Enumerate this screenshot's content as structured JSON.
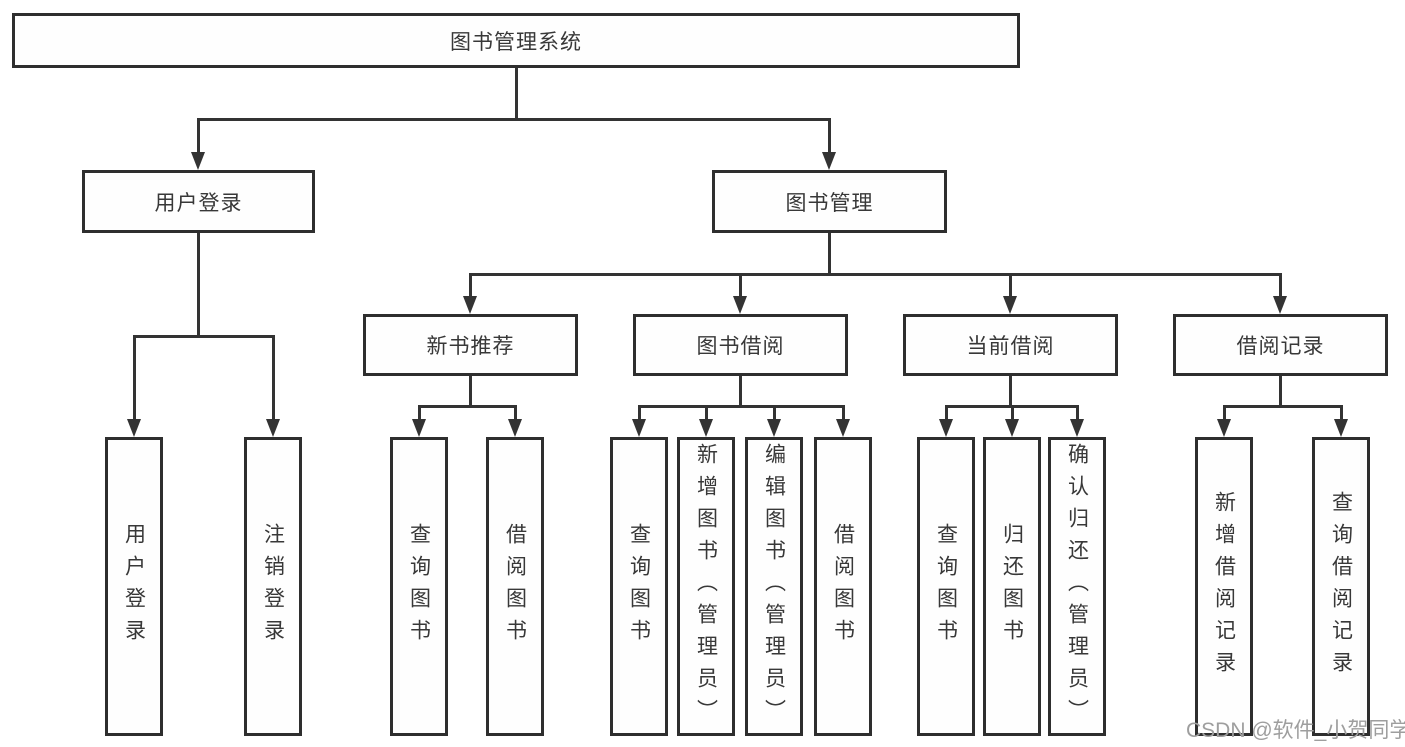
{
  "diagram": {
    "title_node": {
      "label": "图书管理系统"
    },
    "level2": [
      {
        "label": "用户登录"
      },
      {
        "label": "图书管理"
      }
    ],
    "level3": [
      {
        "label": "新书推荐",
        "parent": "图书管理"
      },
      {
        "label": "图书借阅",
        "parent": "图书管理"
      },
      {
        "label": "当前借阅",
        "parent": "图书管理"
      },
      {
        "label": "借阅记录",
        "parent": "图书管理"
      }
    ],
    "level4": [
      {
        "label": "用户登录",
        "parent": "用户登录"
      },
      {
        "label": "注销登录",
        "parent": "用户登录"
      },
      {
        "label": "查询图书",
        "parent": "新书推荐"
      },
      {
        "label": "借阅图书",
        "parent": "新书推荐"
      },
      {
        "label": "查询图书",
        "parent": "图书借阅"
      },
      {
        "label": "新增图书（管理员）",
        "parent": "图书借阅"
      },
      {
        "label": "编辑图书（管理员）",
        "parent": "图书借阅"
      },
      {
        "label": "借阅图书",
        "parent": "图书借阅"
      },
      {
        "label": "查询图书",
        "parent": "当前借阅"
      },
      {
        "label": "归还图书",
        "parent": "当前借阅"
      },
      {
        "label": "确认归还（管理员）",
        "parent": "当前借阅"
      },
      {
        "label": "新增借阅记录",
        "parent": "借阅记录"
      },
      {
        "label": "查询借阅记录",
        "parent": "借阅记录"
      }
    ],
    "watermark": {
      "text": "CSDN @软件_小贺同学"
    },
    "colors": {
      "line": "#333333",
      "box_border": "#2e2e2e",
      "text": "#383838",
      "watermark": "#9e9e9e",
      "background": "#ffffff"
    }
  }
}
